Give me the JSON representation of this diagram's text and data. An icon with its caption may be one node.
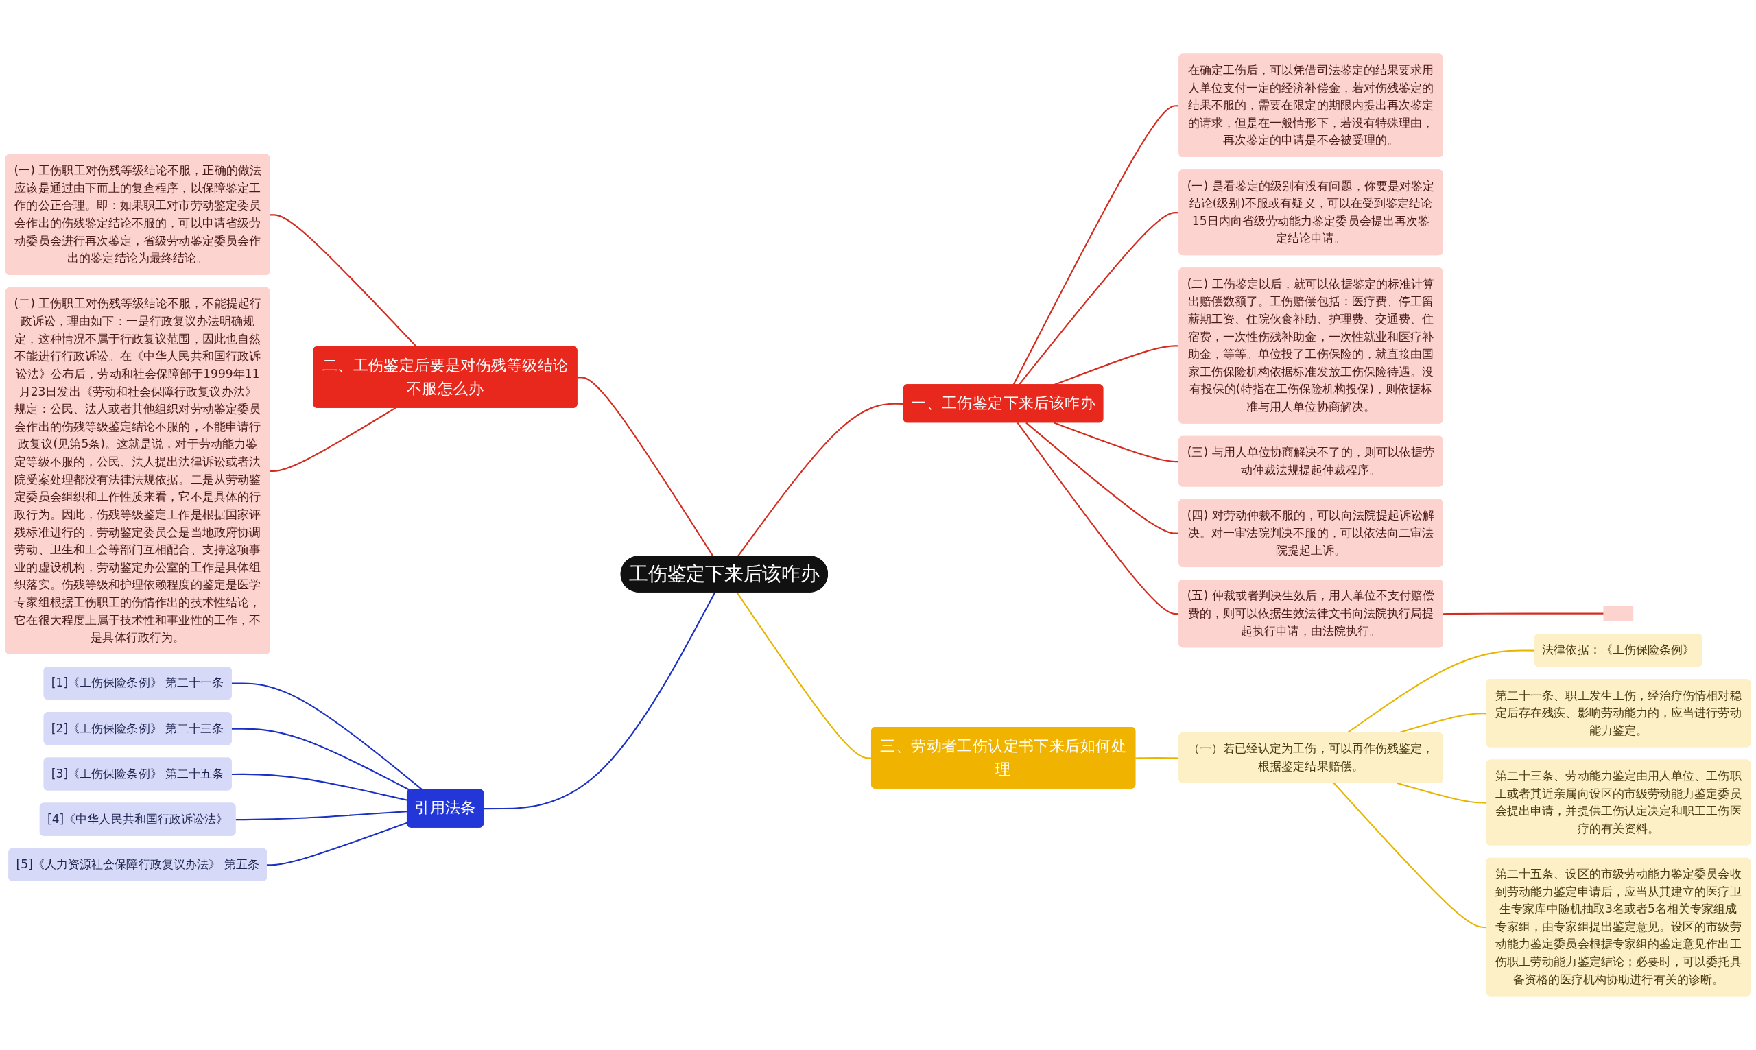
{
  "diagram": {
    "nodes": [
      {
        "text": [
          "工伤鉴定下来后该咋办"
        ]
      },
      {
        "text": [
          "一、工伤鉴定下来后该咋办"
        ]
      },
      {
        "text": [
          "在确定工伤后，可以凭借司法鉴定的结果要求用人单位支付一定的经济补偿金，若对伤残鉴定的结果不服的，需要在限定的期限内提出再次鉴定的请求，但是在一般情形下，若没有特殊理由，再次鉴定的申请是不会被受理的。"
        ]
      },
      {
        "text": [
          "(一) 是看鉴定的级别有没有问题，你要是对鉴定结论(级别)不服或有疑义，可以在受到鉴定结论15日内向省级劳动能力鉴定委员会提出再次鉴定结论申请。"
        ]
      },
      {
        "text": [
          "(二) 工伤鉴定以后，就可以依据鉴定的标准计算出赔偿数额了。工伤赔偿包括：医疗费、停工留薪期工资、住院伙食补助、护理费、交通费、住宿费，一次性伤残补助金，一次性就业和医疗补助金，等等。单位投了工伤保险的，就直接由国家工伤保险机构依据标准发放工伤保险待遇。没有投保的(特指在工伤保险机构投保)，则依据标准与用人单位协商解决。"
        ]
      },
      {
        "text": [
          "(三) 与用人单位协商解决不了的，则可以依据劳动仲裁法规提起仲裁程序。"
        ]
      },
      {
        "text": [
          "(四) 对劳动仲裁不服的，可以向法院提起诉讼解决。对一审法院判决不服的，可以依法向二审法院提起上诉。"
        ]
      },
      {
        "text": [
          "(五) 仲裁或者判决生效后，用人单位不支付赔偿费的，则可以依据生效法律文书向法院执行局提起执行申请，由法院执行。"
        ]
      },
      {
        "text": [],
        "shape": "box"
      },
      {
        "text": [
          "二、工伤鉴定后要是对伤残等级结论不服怎么办"
        ]
      },
      {
        "text": [
          "(一) 工伤职工对伤残等级结论不服，正确的做法应该是通过由下而上的复查程序，以保障鉴定工作的公正合理。即：如果职工对市劳动鉴定委员会作出的伤残鉴定结论不服的，可以申请省级劳动委员会进行再次鉴定，省级劳动鉴定委员会作出的鉴定结论为最终结论。"
        ]
      },
      {
        "text": [
          "(二) 工伤职工对伤残等级结论不服，不能提起行政诉讼，理由如下：一是行政复议办法明确规定，这种情况不属于行政复议范围，因此也自然不能进行行政诉讼。在《中华人民共和国行政诉讼法》公布后，劳动和社会保障部于1999年11月23日发出《劳动和社会保障行政复议办法》规定：公民、法人或者其他组织对劳动鉴定委员会作出的伤残等级鉴定结论不服的，不能申请行政复议(见第5条)。这就是说，对于劳动能力鉴定等级不服的，公民、法人提出法律诉讼或者法院受案处理都没有法律法规依据。二是从劳动鉴定委员会组织和工作性质来看，它不是具体的行政行为。因此，伤残等级鉴定工作是根据国家评残标准进行的，劳动鉴定委员会是当地政府协调劳动、卫生和工会等部门互相配合、支持这项事业的虚设机构，劳动鉴定办公室的工作是具体组织落实。伤残等级和护理依赖程度的鉴定是医学专家组根据工伤职工的伤情作出的技术性结论，它在很大程度上属于技术性和事业性的工作，不是具体行政行为。"
        ]
      },
      {
        "text": [
          "三、劳动者工伤认定书下来后如何处理"
        ]
      },
      {
        "text": [
          "（一）若已经认定为工伤，可以再作伤残鉴定，根据鉴定结果赔偿。"
        ]
      },
      {
        "text": [
          "法律依据：《工伤保险条例》"
        ]
      },
      {
        "text": [
          "第二十一条、职工发生工伤，经治疗伤情相对稳定后存在残疾、影响劳动能力的，应当进行劳动能力鉴定。"
        ]
      },
      {
        "text": [
          "第二十三条、劳动能力鉴定由用人单位、工伤职工或者其近亲属向设区的市级劳动能力鉴定委员会提出申请，并提供工伤认定决定和职工工伤医疗的有关资料。"
        ]
      },
      {
        "text": [
          "第二十五条、设区的市级劳动能力鉴定委员会收到劳动能力鉴定申请后，应当从其建立的医疗卫生专家库中随机抽取3名或者5名相关专家组成专家组，由专家组提出鉴定意见。设区的市级劳动能力鉴定委员会根据专家组的鉴定意见作出工伤职工劳动能力鉴定结论；必要时，可以委托具备资格的医疗机构协助进行有关的诊断。"
        ]
      },
      {
        "text": [
          "引用法条"
        ]
      },
      {
        "text": [
          "[1]《工伤保险条例》 第二十一条"
        ]
      },
      {
        "text": [
          "[2]《工伤保险条例》 第二十三条"
        ]
      },
      {
        "text": [
          "[3]《工伤保险条例》 第二十五条"
        ]
      },
      {
        "text": [
          "[4]《中华人民共和国行政诉讼法》"
        ]
      },
      {
        "text": [
          "[5]《人力资源社会保障行政复议办法》 第五条"
        ]
      }
    ],
    "edges": [
      {
        "from": 0,
        "to": 1,
        "arrow": "none"
      },
      {
        "from": 1,
        "to": 2,
        "arrow": "none"
      },
      {
        "from": 1,
        "to": 3,
        "arrow": "none"
      },
      {
        "from": 1,
        "to": 4,
        "arrow": "none"
      },
      {
        "from": 1,
        "to": 5,
        "arrow": "none"
      },
      {
        "from": 1,
        "to": 6,
        "arrow": "none"
      },
      {
        "from": 1,
        "to": 7,
        "arrow": "none"
      },
      {
        "from": 7,
        "to": 8,
        "arrow": "none"
      },
      {
        "from": 0,
        "to": 9,
        "arrow": "none"
      },
      {
        "from": 9,
        "to": 10,
        "arrow": "none"
      },
      {
        "from": 9,
        "to": 11,
        "arrow": "none"
      },
      {
        "from": 0,
        "to": 12,
        "arrow": "none",
        "color": "#e8b600"
      },
      {
        "from": 12,
        "to": 13,
        "arrow": "none",
        "color": "#e8b600"
      },
      {
        "from": 13,
        "to": 14,
        "arrow": "none",
        "color": "#e8b600"
      },
      {
        "from": 13,
        "to": 15,
        "arrow": "none",
        "color": "#e8b600"
      },
      {
        "from": 13,
        "to": 16,
        "arrow": "none",
        "color": "#e8b600"
      },
      {
        "from": 13,
        "to": 17,
        "arrow": "none",
        "color": "#e8b600"
      },
      {
        "from": 0,
        "to": 18,
        "arrow": "none",
        "color": "#1b31c4"
      },
      {
        "from": 18,
        "to": 19,
        "arrow": "none",
        "color": "#1b31c4"
      },
      {
        "from": 18,
        "to": 20,
        "arrow": "none",
        "color": "#1b31c4"
      },
      {
        "from": 18,
        "to": 21,
        "arrow": "none",
        "color": "#1b31c4"
      },
      {
        "from": 18,
        "to": 22,
        "arrow": "none",
        "color": "#1b31c4"
      },
      {
        "from": 18,
        "to": 23,
        "arrow": "none",
        "color": "#1b31c4"
      }
    ]
  }
}
